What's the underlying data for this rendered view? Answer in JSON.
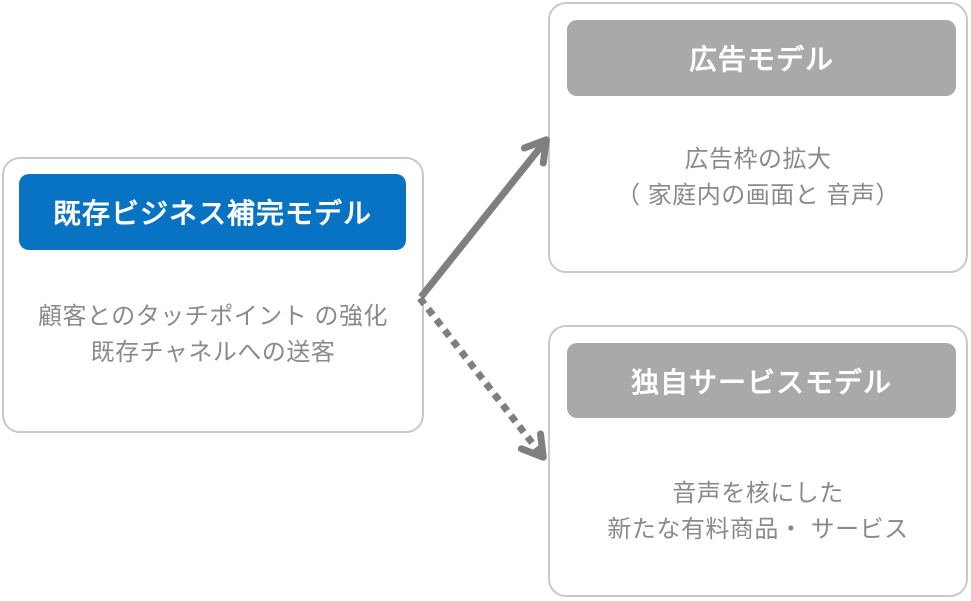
{
  "diagram": {
    "source_box": {
      "title": "既存ビジネス補完モデル",
      "body_line1": "顧客とのタッチポイント の強化",
      "body_line2": "既存チャネルへの送客"
    },
    "ad_model_box": {
      "title": "広告モデル",
      "body_line1": "広告枠の拡大",
      "body_line2": "（ 家庭内の画面と 音声）"
    },
    "service_model_box": {
      "title": "独自サービスモデル",
      "body_line1": "音声を核にした",
      "body_line2": "新たな有料商品・ サービス"
    },
    "arrows": [
      {
        "style": "solid",
        "from": "source_box",
        "to": "ad_model_box"
      },
      {
        "style": "dotted",
        "from": "source_box",
        "to": "service_model_box"
      }
    ],
    "colors": {
      "primary_header_bg": "#0873C2",
      "secondary_header_bg": "#A9A9A9",
      "header_text": "#FFFFFF",
      "body_text": "#8A8A8A",
      "arrow": "#7F7F7F",
      "box_border": "#C9C9C9",
      "background": "#FFFFFF"
    }
  }
}
